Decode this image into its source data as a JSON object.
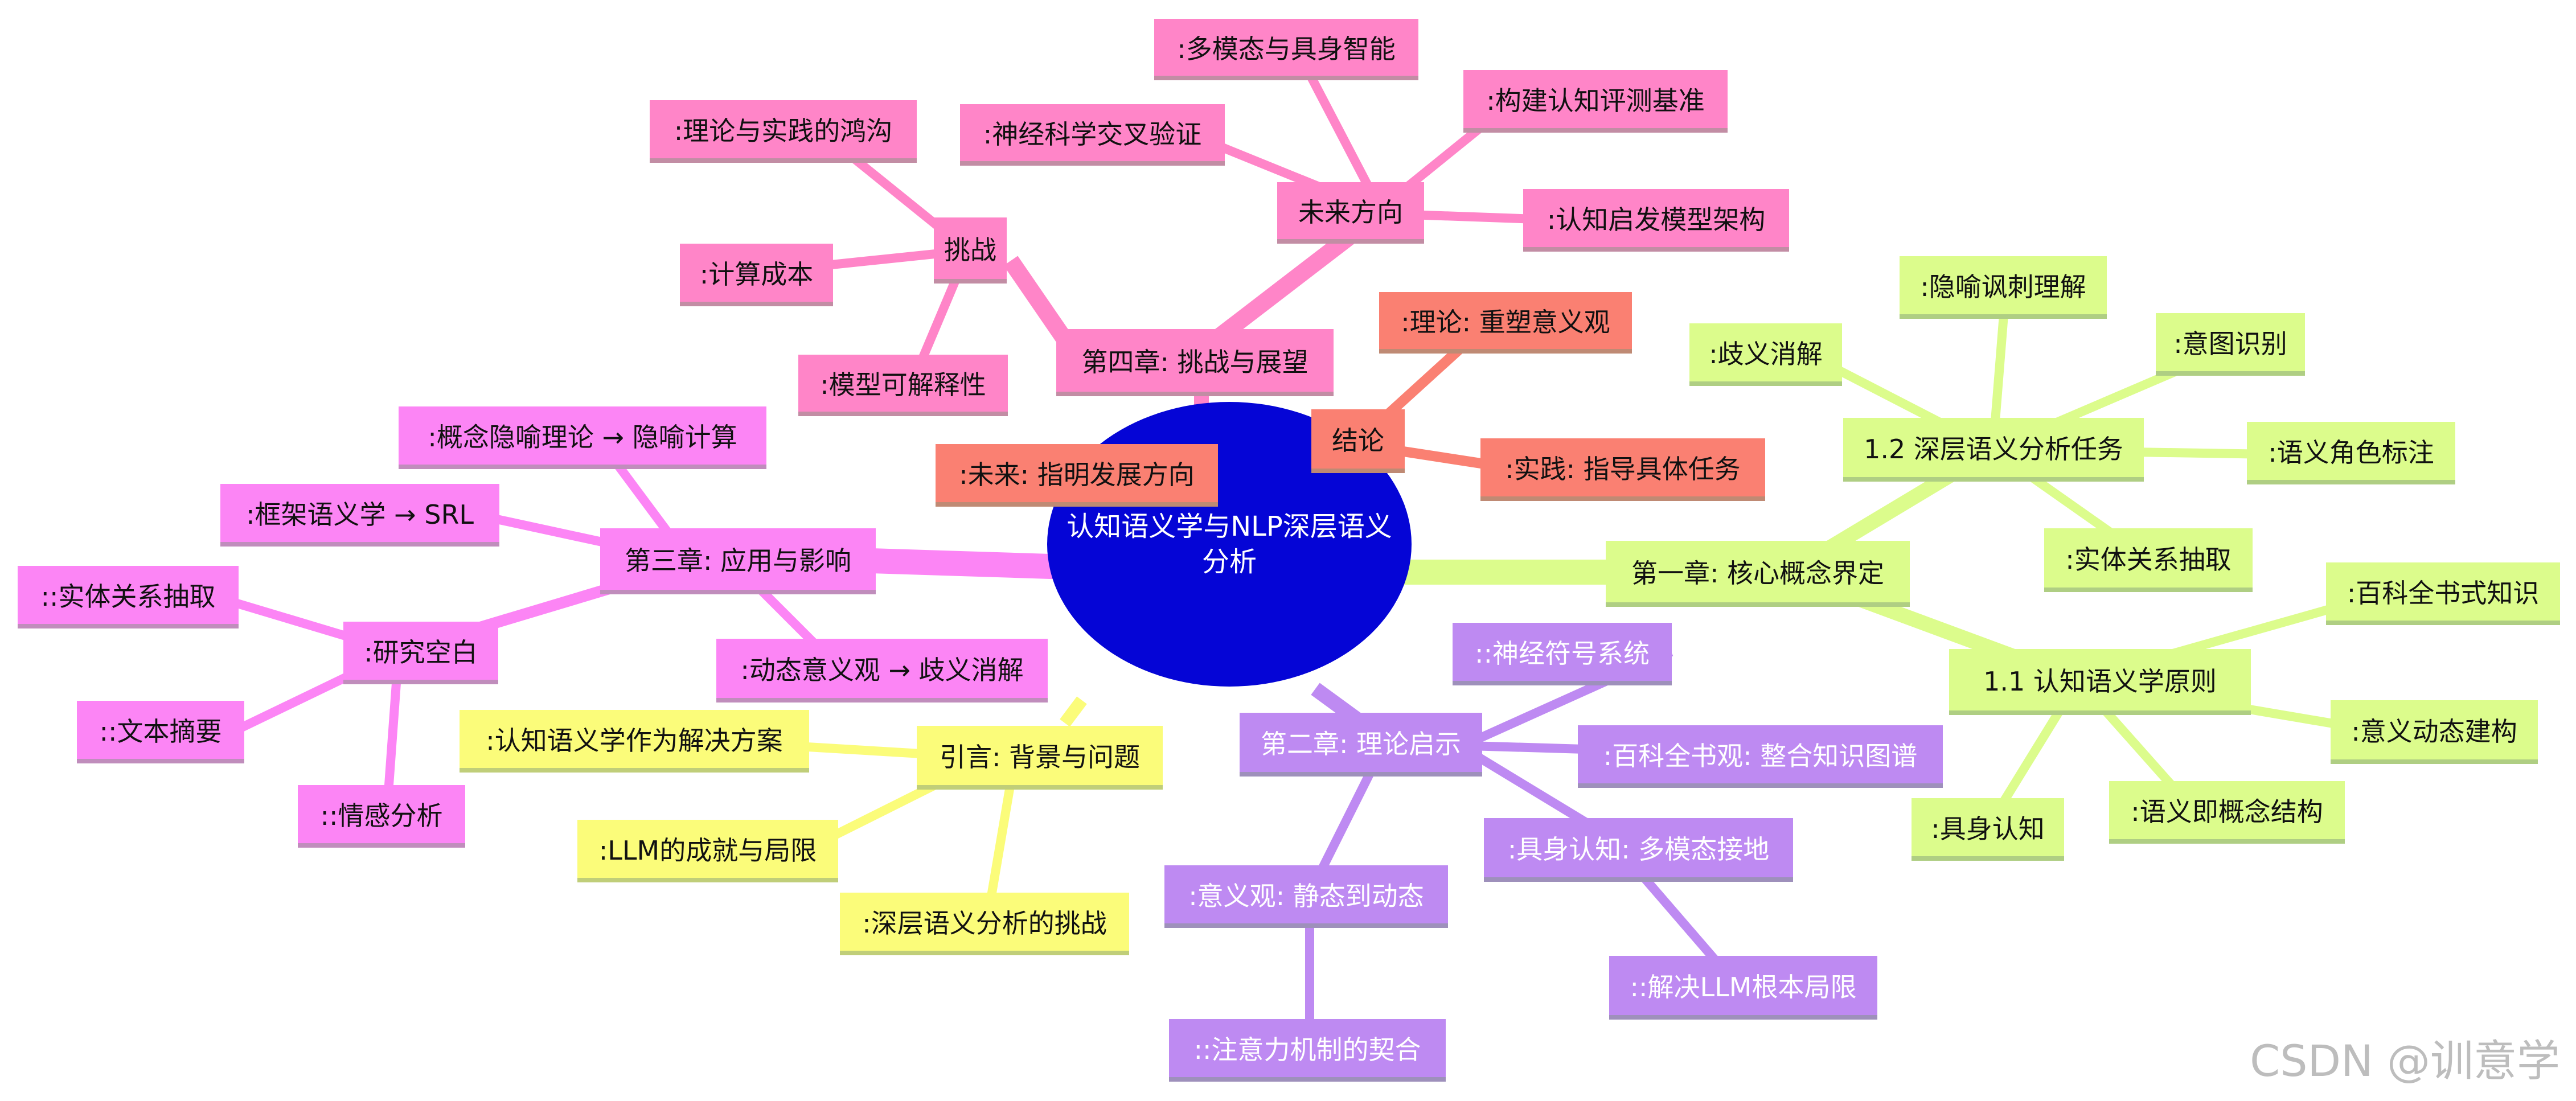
{
  "root": {
    "line1": "认知语义学与NLP深层语义",
    "line2": "分析"
  },
  "ch4": {
    "label": "第四章: 挑战与展望",
    "challenges": {
      "label": "挑战",
      "items": [
        ":理论与实践的鸿沟",
        ":计算成本",
        ":模型可解释性"
      ]
    },
    "future": {
      "label": "未来方向",
      "items": [
        ":多模态与具身智能",
        ":神经科学交叉验证",
        ":构建认知评测基准",
        ":认知启发模型架构"
      ]
    }
  },
  "conclusion": {
    "label": "结论",
    "items": [
      ":理论: 重塑意义观",
      ":实践: 指导具体任务",
      ":未来: 指明发展方向"
    ]
  },
  "ch1": {
    "label": "第一章: 核心概念界定",
    "deep": {
      "label": "1.2 深层语义分析任务",
      "items": [
        ":隐喻讽刺理解",
        ":歧义消解",
        ":意图识别",
        ":语义角色标注",
        ":实体关系抽取"
      ]
    },
    "principles": {
      "label": "1.1 认知语义学原则",
      "items": [
        ":百科全书式知识",
        ":意义动态建构",
        ":语义即概念结构",
        ":具身认知"
      ]
    }
  },
  "ch2": {
    "label": "第二章: 理论启示",
    "items": [
      "::神经符号系统",
      ":百科全书观: 整合知识图谱",
      ":具身认知: 多模态接地",
      "::解决LLM根本局限",
      ":意义观: 静态到动态",
      "::注意力机制的契合"
    ]
  },
  "ch3": {
    "label": "第三章: 应用与影响",
    "items": [
      ":概念隐喻理论 → 隐喻计算",
      ":框架语义学 → SRL",
      ":动态意义观 → 歧义消解"
    ],
    "gaps": {
      "label": ":研究空白",
      "items": [
        "::实体关系抽取",
        "::文本摘要",
        "::情感分析"
      ]
    }
  },
  "intro": {
    "label": "引言: 背景与问题",
    "items": [
      ":认知语义学作为解决方案",
      ":LLM的成就与局限",
      ":深层语义分析的挑战"
    ]
  },
  "watermark": "CSDN @训意学"
}
